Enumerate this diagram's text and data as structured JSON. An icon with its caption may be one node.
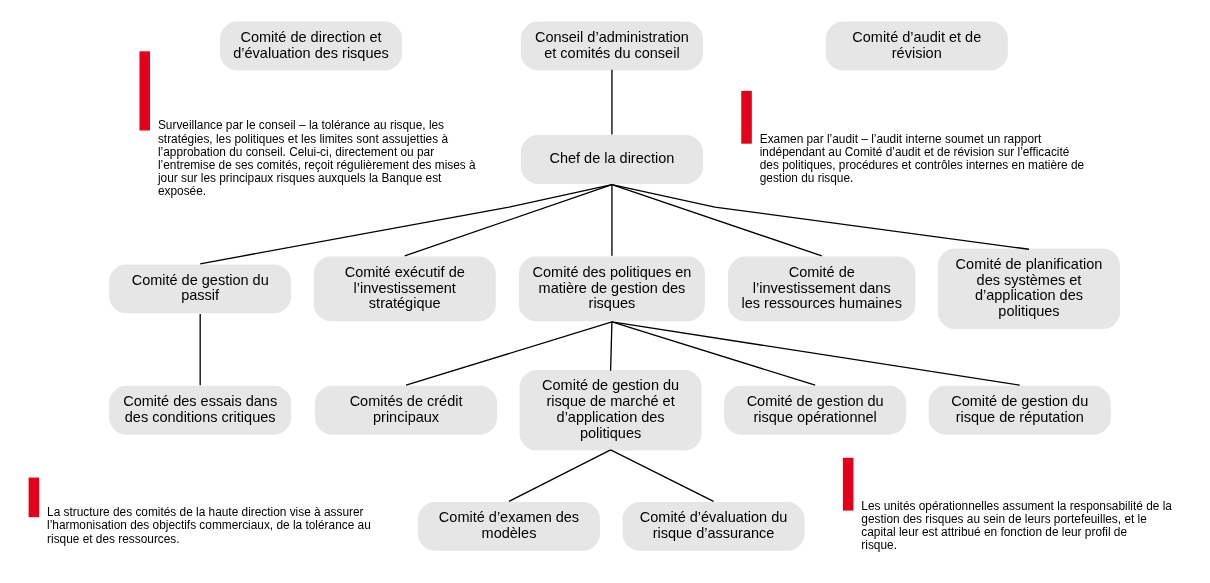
{
  "diagram": {
    "nodes": [
      {
        "text": [
          "Comité de direction et d’évaluation des risques"
        ]
      },
      {
        "text": [
          "Conseil d’administration et comités du conseil"
        ]
      },
      {
        "text": [
          "Comité d’audit et de révision"
        ]
      },
      {
        "text": [
          "Chef de la direction"
        ]
      },
      {
        "text": [
          "Comité de gestion du passif"
        ]
      },
      {
        "text": [
          "Comité exécutif de l’investissement stratégique"
        ]
      },
      {
        "text": [
          "Comité des politiques en matière de gestion des risques"
        ]
      },
      {
        "text": [
          "Comité de l’investissement dans les ressources humaines"
        ]
      },
      {
        "text": [
          "Comité de planification des systèmes et d’application des politiques"
        ]
      },
      {
        "text": [
          "Comité des essais dans des conditions critiques"
        ]
      },
      {
        "text": [
          "Comités de crédit principaux"
        ]
      },
      {
        "text": [
          "Comité de gestion du risque de marché et d’application des politiques"
        ]
      },
      {
        "text": [
          "Comité de gestion du risque opérationnel"
        ]
      },
      {
        "text": [
          "Comité de gestion du risque de réputation"
        ]
      },
      {
        "text": [
          "Comité d’examen des modèles"
        ]
      },
      {
        "text": [
          "Comité d’évaluation du risque d’assurance"
        ]
      }
    ],
    "edges": [
      {
        "from": 1,
        "to": 3,
        "arrow": "none"
      },
      {
        "from": 3,
        "to": 4,
        "arrow": "none"
      },
      {
        "from": 3,
        "to": 5,
        "arrow": "none"
      },
      {
        "from": 3,
        "to": 6,
        "arrow": "none"
      },
      {
        "from": 3,
        "to": 7,
        "arrow": "none"
      },
      {
        "from": 3,
        "to": 8,
        "arrow": "none"
      },
      {
        "from": 4,
        "to": 9,
        "arrow": "none"
      },
      {
        "from": 6,
        "to": 10,
        "arrow": "none"
      },
      {
        "from": 6,
        "to": 11,
        "arrow": "none"
      },
      {
        "from": 6,
        "to": 12,
        "arrow": "none"
      },
      {
        "from": 6,
        "to": 13,
        "arrow": "none"
      },
      {
        "from": 11,
        "to": 14,
        "arrow": "none"
      },
      {
        "from": 11,
        "to": 15,
        "arrow": "none"
      }
    ],
    "labels": [
      "Surveillance par le conseil – la tolérance au risque, les stratégies, les politiques et les limites sont assujetties à l’approbation du conseil. Celui-ci, directement ou par l’entremise de ses comités, reçoit régulièrement des mises à jour sur les principaux risques auxquels la Banque est exposée.",
      "Examen par l’audit – l’audit interne soumet un rapport indépendant au Comité d’audit et de révision sur l’efficacité des politiques, procédures et contrôles internes en matière de gestion du risque.",
      "La structure des comités de la haute direction vise à assurer l’harmonisation des objectifs commerciaux, de la tolérance au risque et des ressources.",
      "Les unités opérationnelles assument la responsabilité de la gestion des risques au sein de leurs portefeuilles, et le capital leur est attribué en fonction de leur profil de risque."
    ]
  }
}
